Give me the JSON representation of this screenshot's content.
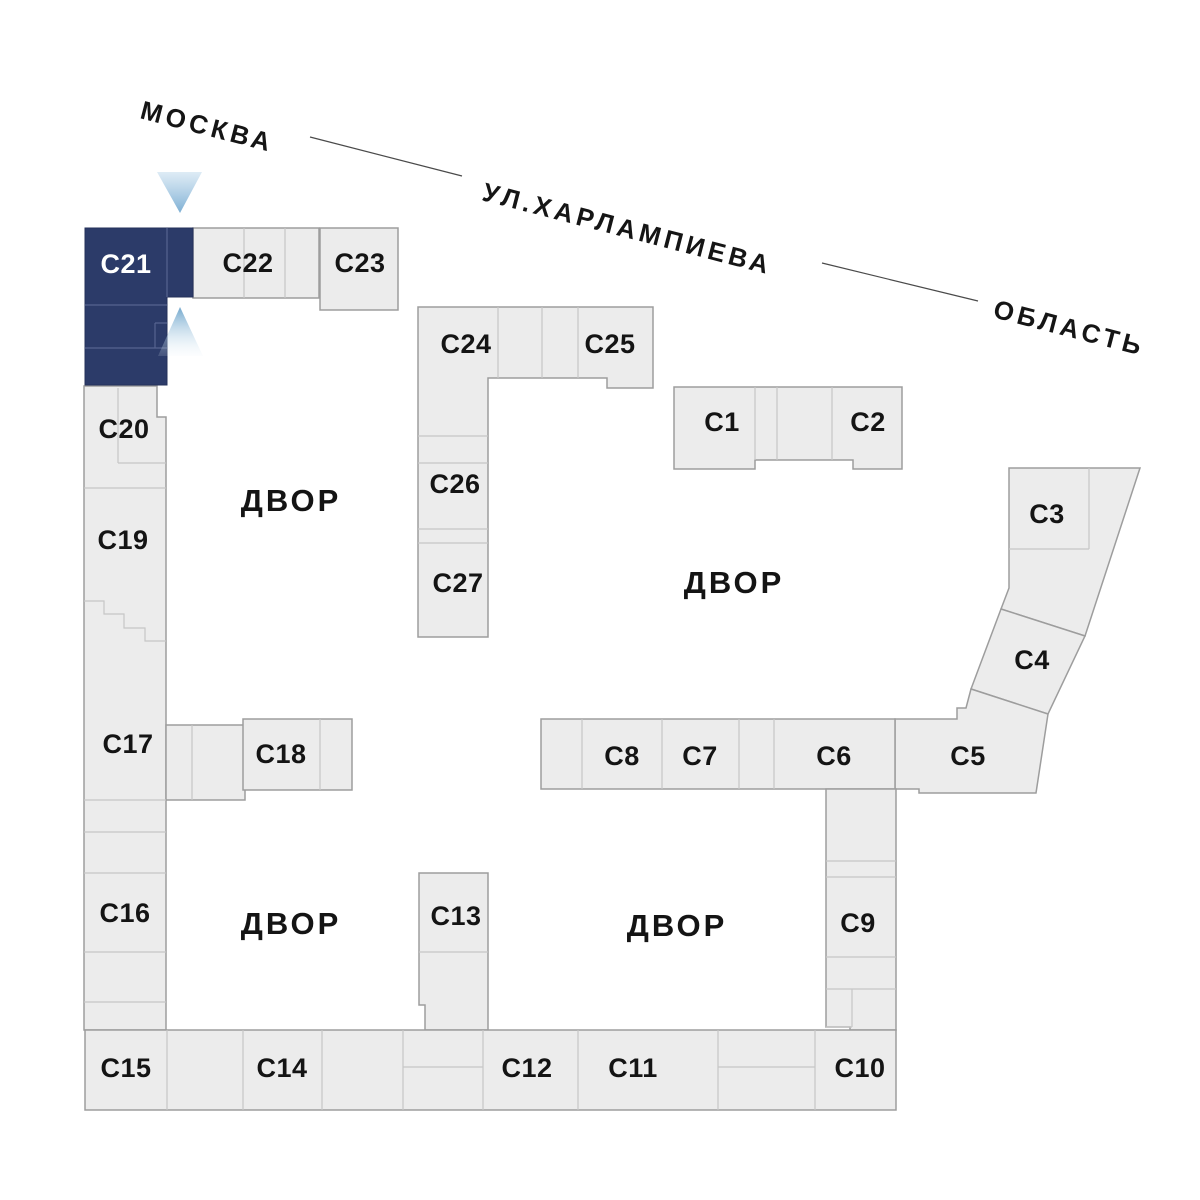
{
  "street": {
    "from": "МОСКВА",
    "name": "УЛ.ХАРЛАМПИЕВА",
    "to": "ОБЛАСТЬ"
  },
  "courtyard": {
    "label": "ДВОР"
  },
  "highlighted_building": "C21",
  "buildings": {
    "c1": "C1",
    "c2": "C2",
    "c3": "C3",
    "c4": "C4",
    "c5": "C5",
    "c6": "C6",
    "c7": "C7",
    "c8": "C8",
    "c9": "C9",
    "c10": "C10",
    "c11": "C11",
    "c12": "C12",
    "c13": "C13",
    "c14": "C14",
    "c15": "C15",
    "c16": "C16",
    "c17": "C17",
    "c18": "C18",
    "c19": "C19",
    "c20": "C20",
    "c21": "C21",
    "c22": "C22",
    "c23": "C23",
    "c24": "C24",
    "c25": "C25",
    "c26": "C26",
    "c27": "C27"
  },
  "colors": {
    "highlight": "#2c3b69",
    "building_fill": "#ececec",
    "building_stroke": "#9d9d9d",
    "inner_stroke": "#c6c6c6",
    "arrow_blue": "#76abd2",
    "label_dark": "#141414"
  }
}
